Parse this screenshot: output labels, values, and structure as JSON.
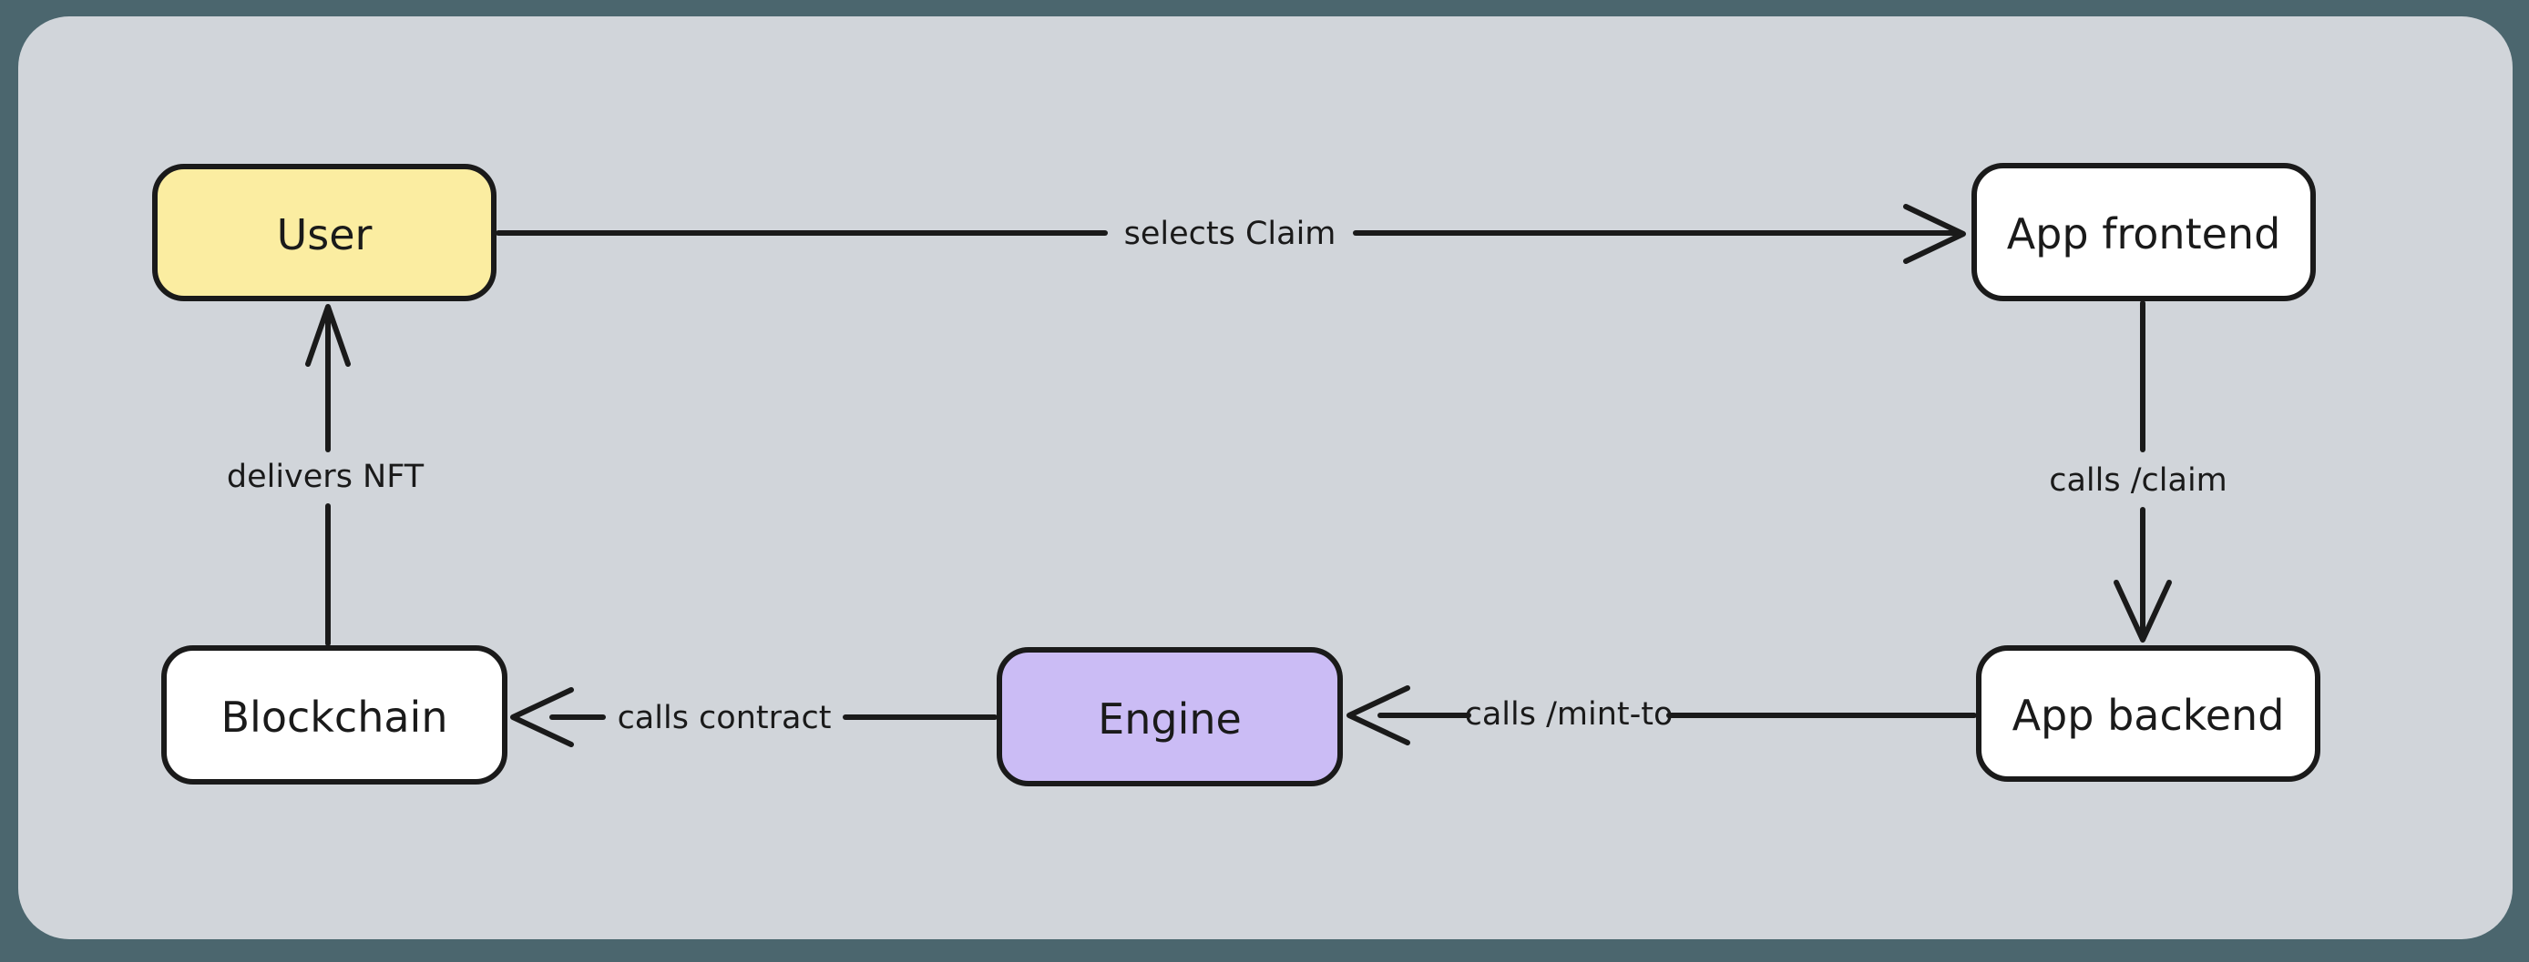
{
  "diagram": {
    "type": "flowchart",
    "colors": {
      "frame": "#4b666e",
      "canvas": "#d1d5da",
      "stroke": "#1a1a1a",
      "node_yellow": "#fbeda1",
      "node_purple": "#cbbcf5",
      "node_white": "#ffffff"
    },
    "nodes": [
      {
        "id": "user",
        "label": "User",
        "fill": "#fbeda1"
      },
      {
        "id": "app-frontend",
        "label": "App frontend",
        "fill": "#ffffff"
      },
      {
        "id": "app-backend",
        "label": "App backend",
        "fill": "#ffffff"
      },
      {
        "id": "engine",
        "label": "Engine",
        "fill": "#cbbcf5"
      },
      {
        "id": "blockchain",
        "label": "Blockchain",
        "fill": "#ffffff"
      }
    ],
    "edges": [
      {
        "from": "User",
        "to": "App frontend",
        "label": "selects Claim"
      },
      {
        "from": "App frontend",
        "to": "App backend",
        "label": "calls /claim"
      },
      {
        "from": "App backend",
        "to": "Engine",
        "label": "calls /mint-to"
      },
      {
        "from": "Engine",
        "to": "Blockchain",
        "label": "calls contract"
      },
      {
        "from": "Blockchain",
        "to": "User",
        "label": "delivers NFT"
      }
    ]
  }
}
